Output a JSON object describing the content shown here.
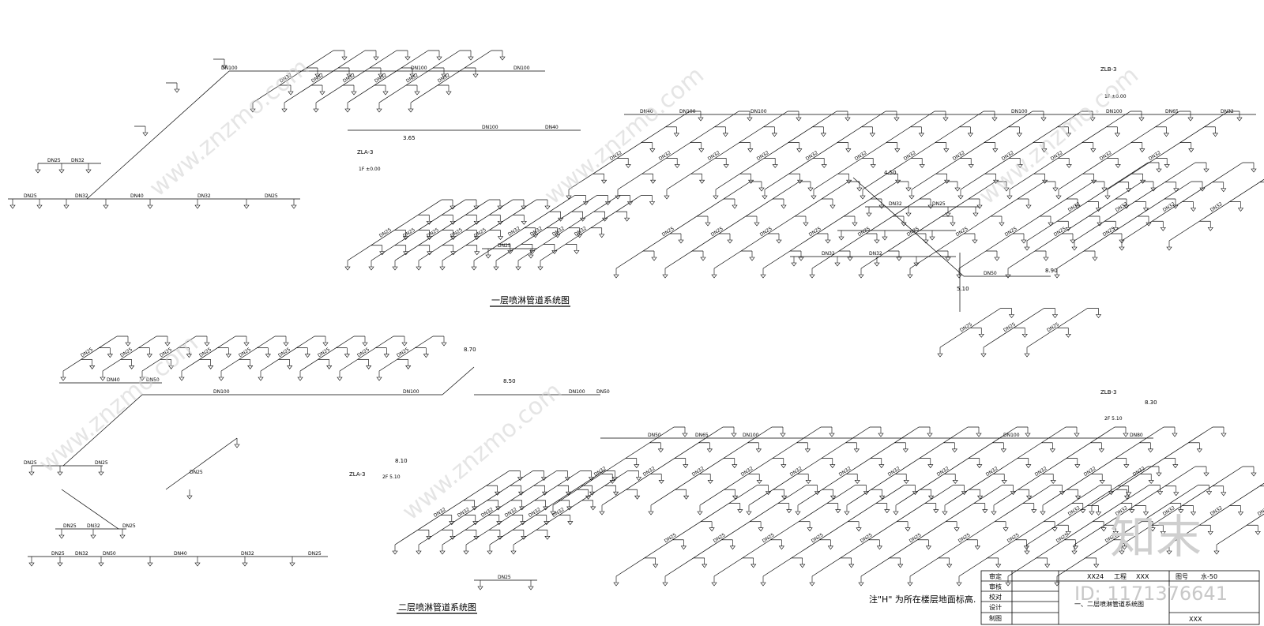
{
  "diagram": {
    "titles": {
      "floor1": "一层喷淋管道系统图",
      "floor2": "二层喷淋管道系统图"
    },
    "note": "注\"H\" 为所在楼层地面标高.",
    "labels": [
      "DN25",
      "DN32",
      "DN40",
      "DN50",
      "DN65",
      "DN80",
      "DN100"
    ],
    "risers": [
      {
        "id": "ZLA-3",
        "floor": "1F",
        "elev": "1F ±0.00"
      },
      {
        "id": "ZLB-3",
        "floor": "1F",
        "elev": "1F ±0.00"
      },
      {
        "id": "ZLB-3",
        "floor": "2F",
        "elev": "2F 5.10"
      },
      {
        "id": "ZLA-3",
        "floor": "2F",
        "elev": "2F 5.10"
      }
    ],
    "elevations": [
      "3.65",
      "4.50",
      "8.90",
      "8.10",
      "8.30",
      "8.50",
      "8.70",
      "5.10"
    ],
    "title_block": {
      "rows": [
        "审定",
        "审核",
        "校对",
        "设计",
        "制图"
      ],
      "project_label": "工程",
      "project_value": "XXX",
      "x24": "XX24",
      "drawing_no_label": "图号",
      "drawing_no": "水-50",
      "drawing_title": "一、二层喷淋管道系统图",
      "bottom": "XXX"
    },
    "watermark": {
      "text": "www.znzmo.com",
      "brand": "知末",
      "id": "ID: 1171376641"
    }
  }
}
